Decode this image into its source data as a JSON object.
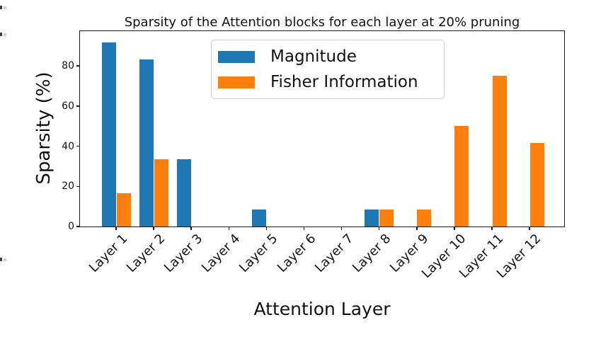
{
  "figure": {
    "background": "#ffffff",
    "spine_color": "#1a1a1a"
  },
  "chart_data": {
    "type": "bar",
    "title": "Sparsity of the Attention blocks for each layer at 20% pruning",
    "xlabel": "Attention Layer",
    "ylabel": "Sparsity (%)",
    "categories": [
      "Layer 1",
      "Layer 2",
      "Layer 3",
      "Layer 4",
      "Layer 5",
      "Layer 6",
      "Layer 7",
      "Layer 8",
      "Layer 9",
      "Layer 10",
      "Layer 11",
      "Layer 12"
    ],
    "series": [
      {
        "name": "Magnitude",
        "color": "#1f77b4",
        "values": [
          91.67,
          83.33,
          33.33,
          0,
          8.33,
          0,
          0,
          8.33,
          0,
          0,
          0,
          0
        ]
      },
      {
        "name": "Fisher Information",
        "color": "#ff7f0e",
        "values": [
          16.67,
          33.33,
          0,
          0,
          0,
          0,
          0,
          8.33,
          8.33,
          50.0,
          75.0,
          41.67
        ]
      }
    ],
    "yticks": [
      0,
      20,
      40,
      60,
      80
    ],
    "ylim": [
      0,
      97.3
    ],
    "x_tick_rotation_deg": 45,
    "grid": false,
    "legend_position": "upper center inside plot"
  }
}
